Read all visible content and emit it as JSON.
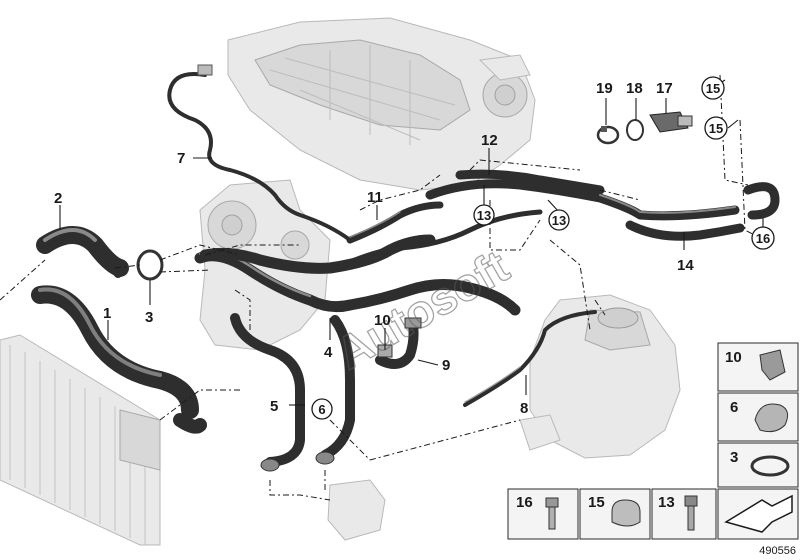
{
  "callouts": {
    "c1": "1",
    "c2": "2",
    "c3": "3",
    "c4": "4",
    "c5": "5",
    "c6": "6",
    "c7": "7",
    "c8": "8",
    "c9": "9",
    "c10": "10",
    "c11": "11",
    "c12": "12",
    "c13a": "13",
    "c13b": "13",
    "c14": "14",
    "c15a": "15",
    "c15b": "15",
    "c16": "16",
    "c17": "17",
    "c18": "18",
    "c19": "19"
  },
  "legend": {
    "l10": "10",
    "l6": "6",
    "l3": "3",
    "l16": "16",
    "l15": "15",
    "l13": "13"
  },
  "watermark": "Autosoft",
  "doc_number": "490556",
  "colors": {
    "hose": "#2e2e2e",
    "hose_highlight": "#8a8a8a",
    "ghost_part": "#e9e9e9",
    "legend_bg": "#f4f4f4"
  }
}
